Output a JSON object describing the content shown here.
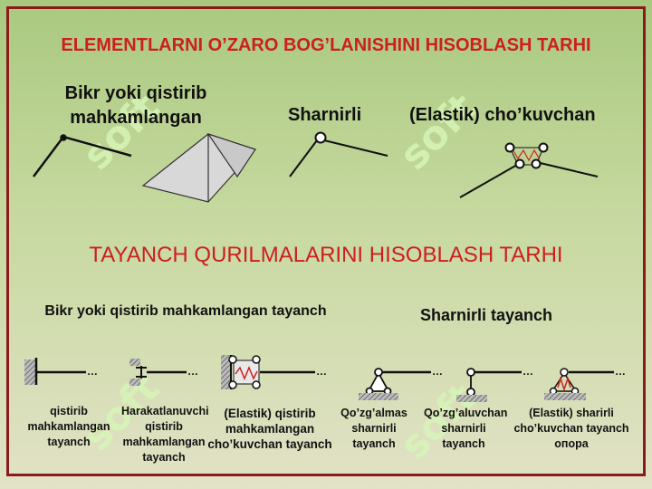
{
  "title": "ELEMENTLARNI O’ZARO BOG’LANISHINI HISOBLASH TARHI",
  "joints": {
    "rigid": "Bikr yoki qistirib mahkamlangan",
    "hinged": "Sharnirli",
    "elastic": "(Elastik) cho’kuvchan"
  },
  "section2_title": "TAYANCH QURILMALARINI HISOBLASH TARHI",
  "support_groups": {
    "rigid": "Bikr yoki qistirib mahkamlangan tayanch",
    "hinged": "Sharnirli tayanch"
  },
  "supports": [
    "qistirib mahkamlangan tayanch",
    "Harakatlanuvchi qistirib mahkamlangan tayanch",
    "(Elastik) qistirib mahkamlangan cho’kuvchan tayanch",
    "Qo’zg’almas sharnirli tayanch",
    "Qo’zg’aluvchan sharnirli tayanch",
    "(Elastik) sharirli cho’kuvchan tayanch опора"
  ],
  "watermark": "soft",
  "colors": {
    "accent": "#cc1f1f",
    "frame": "#8b1a1a",
    "watermark": "#c8f0a0"
  }
}
